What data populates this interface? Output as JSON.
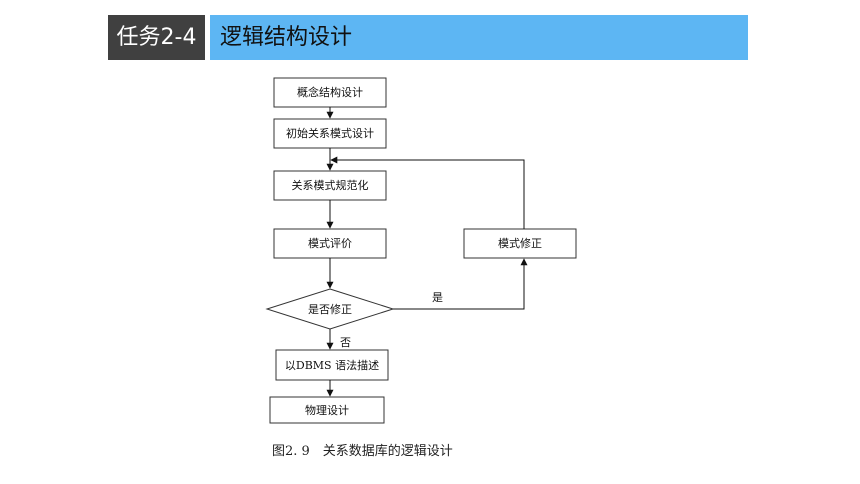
{
  "header": {
    "task": "任务2-4",
    "title": "逻辑结构设计"
  },
  "flow": {
    "conceptual": "概念结构设计",
    "initial_schema": "初始关系模式设计",
    "normalize": "关系模式规范化",
    "evaluate": "模式评价",
    "decision": "是否修正",
    "modify": "模式修正",
    "dbms": "以DBMS 语法描述",
    "physical": "物理设计",
    "yes_label": "是",
    "no_label": "否"
  },
  "caption": "图2. 9　关系数据库的逻辑设计"
}
